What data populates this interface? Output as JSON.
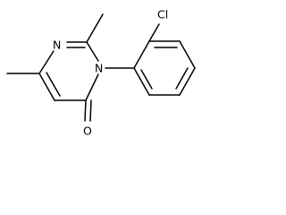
{
  "molecule": {
    "atoms": {
      "n1": "N",
      "n3": "N",
      "o": "O",
      "cl": "Cl"
    }
  }
}
